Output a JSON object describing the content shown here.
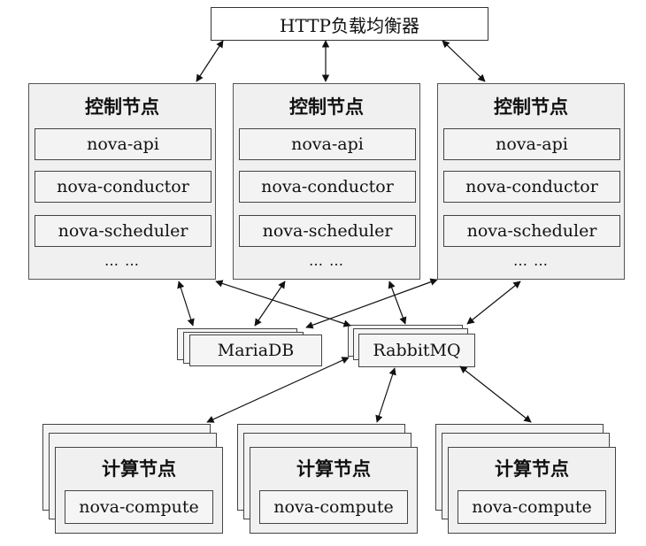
{
  "load_balancer": {
    "label": "HTTP负载均衡器"
  },
  "control_nodes": [
    {
      "title": "控制节点",
      "services": [
        "nova-api",
        "nova-conductor",
        "nova-scheduler"
      ],
      "ellipsis": "… …"
    },
    {
      "title": "控制节点",
      "services": [
        "nova-api",
        "nova-conductor",
        "nova-scheduler"
      ],
      "ellipsis": "… …"
    },
    {
      "title": "控制节点",
      "services": [
        "nova-api",
        "nova-conductor",
        "nova-scheduler"
      ],
      "ellipsis": "… …"
    }
  ],
  "database": {
    "label": "MariaDB"
  },
  "message_queue": {
    "label": "RabbitMQ"
  },
  "compute_nodes": [
    {
      "title": "计算节点",
      "service": "nova-compute"
    },
    {
      "title": "计算节点",
      "service": "nova-compute"
    },
    {
      "title": "计算节点",
      "service": "nova-compute"
    }
  ]
}
